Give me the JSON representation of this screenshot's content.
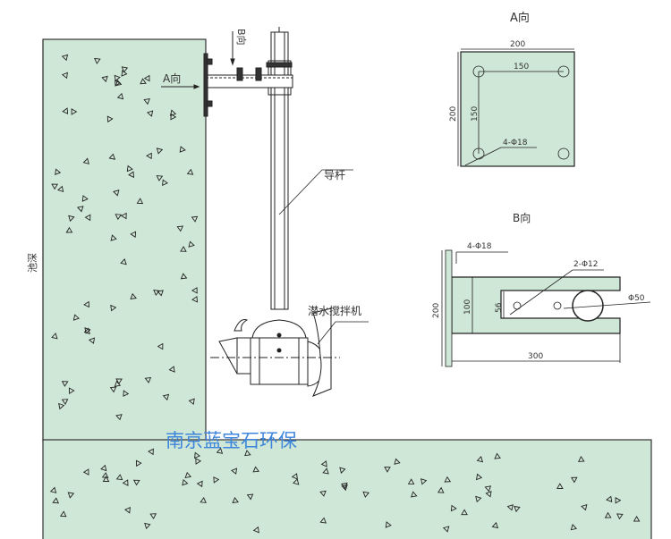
{
  "labels": {
    "pool_depth": "池深",
    "view_a_marker": "A向",
    "view_b_marker": "B向",
    "guide_rod": "导杆",
    "mixer": "潜水搅拌机",
    "watermark": "南京蓝宝石环保"
  },
  "view_a": {
    "title": "A向",
    "width": "200",
    "hole_spacing_h": "150",
    "height": "200",
    "hole_spacing_v": "150",
    "holes": "4-Φ18"
  },
  "view_b": {
    "title": "B向",
    "plate_holes": "4-Φ18",
    "bolt_holes": "2-Φ12",
    "pipe": "Φ50",
    "plate_height": "200",
    "arm_height": "100",
    "slot_width": "56",
    "arm_length": "300"
  },
  "colors": {
    "concrete": "#cfe7d6",
    "line": "#222222",
    "watermark": "#3d86db"
  }
}
